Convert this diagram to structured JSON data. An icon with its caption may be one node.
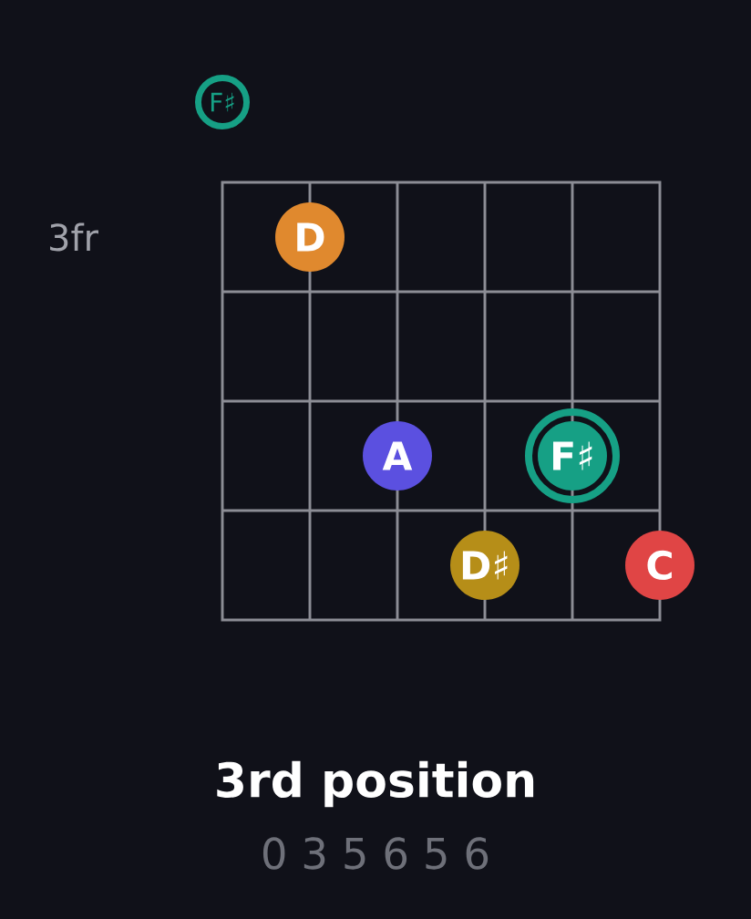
{
  "diagram": {
    "title": "3rd position",
    "nodes": [
      {
        "text": [
          "F♯"
        ]
      },
      {
        "text": [
          "D"
        ]
      },
      {
        "text": [
          "A"
        ]
      },
      {
        "text": [
          "F♯"
        ]
      },
      {
        "text": [
          "D♯"
        ]
      },
      {
        "text": [
          "C"
        ]
      }
    ],
    "labels": [
      "3fr",
      "0 3 5 6 5 6"
    ]
  }
}
